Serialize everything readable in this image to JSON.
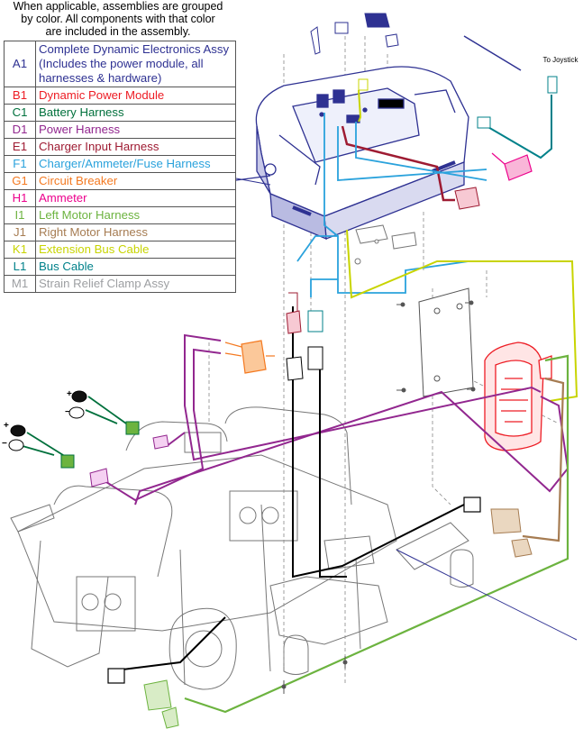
{
  "note": {
    "line1": "When applicable, assemblies are grouped",
    "line2": "by color. All components with that color",
    "line3": "are included in the assembly."
  },
  "legend": [
    {
      "code": "A1",
      "label": "Complete Dynamic Electronics Assy (Includes the power module, all harnesses & hardware)",
      "color": "#2e3192"
    },
    {
      "code": "B1",
      "label": "Dynamic Power Module",
      "color": "#ed1c24"
    },
    {
      "code": "C1",
      "label": "Battery Harness",
      "color": "#00703c"
    },
    {
      "code": "D1",
      "label": "Power Harness",
      "color": "#92278f"
    },
    {
      "code": "E1",
      "label": "Charger Input Harness",
      "color": "#9e1b32"
    },
    {
      "code": "F1",
      "label": "Charger/Ammeter/Fuse Harness",
      "color": "#2aa2dc"
    },
    {
      "code": "G1",
      "label": "Circuit Breaker",
      "color": "#f47920"
    },
    {
      "code": "H1",
      "label": "Ammeter",
      "color": "#ec008c"
    },
    {
      "code": "I1",
      "label": "Left Motor Harness",
      "color": "#6cb33f"
    },
    {
      "code": "J1",
      "label": "Right Motor Harness",
      "color": "#a67c52"
    },
    {
      "code": "K1",
      "label": "Extension Bus Cable",
      "color": "#c8d400"
    },
    {
      "code": "L1",
      "label": "Bus Cable",
      "color": "#00818a"
    },
    {
      "code": "M1",
      "label": "Strain Relief Clamp Assy",
      "color": "#9d9fa2"
    }
  ],
  "callout": {
    "to_joystick": "To Joystick"
  },
  "battery_terminals": {
    "plus": "+",
    "minus": "−"
  }
}
